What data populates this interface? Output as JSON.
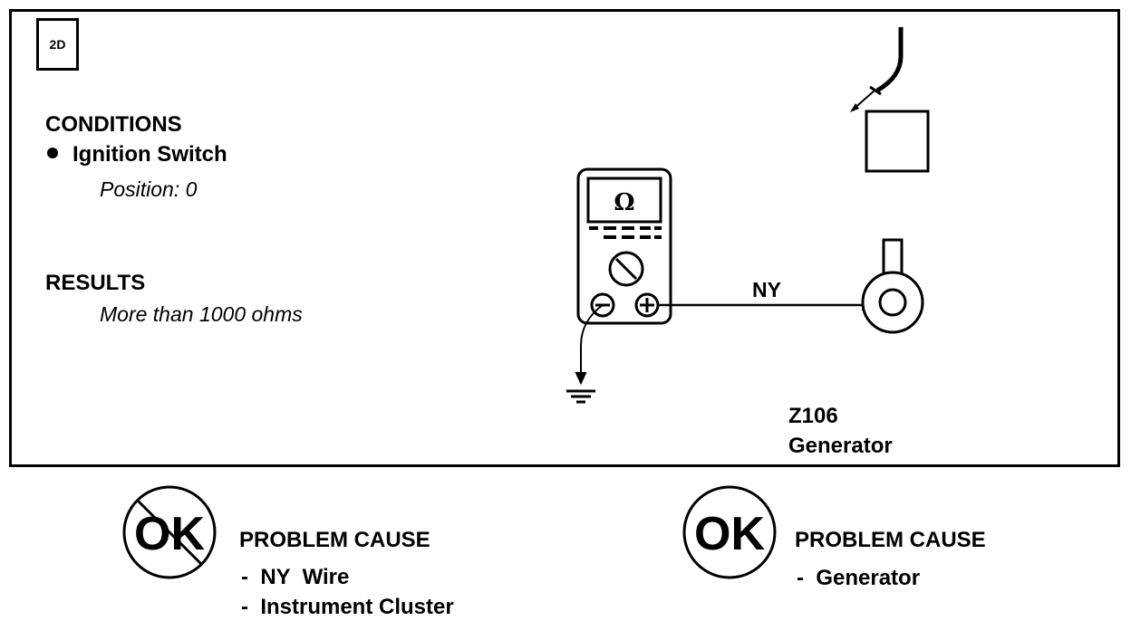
{
  "step": {
    "label": "2D"
  },
  "conditions": {
    "title": "CONDITIONS",
    "item": "Ignition Switch",
    "detail": "Position: 0"
  },
  "results": {
    "title": "RESULTS",
    "value": "More than 1000 ohms"
  },
  "meter": {
    "symbol": "Ω",
    "minus": "⊖",
    "plus": "⊕"
  },
  "wire": {
    "label": "NY"
  },
  "component": {
    "id": "Z106",
    "name": "Generator"
  },
  "outcome_not_ok": {
    "badge": "OK",
    "title": "PROBLEM CAUSE",
    "causes": [
      "-  NY  Wire",
      "-  Instrument Cluster"
    ]
  },
  "outcome_ok": {
    "badge": "OK",
    "title": "PROBLEM CAUSE",
    "causes": [
      "-  Generator"
    ]
  },
  "colors": {
    "ink": "#000000",
    "paper": "#ffffff"
  }
}
